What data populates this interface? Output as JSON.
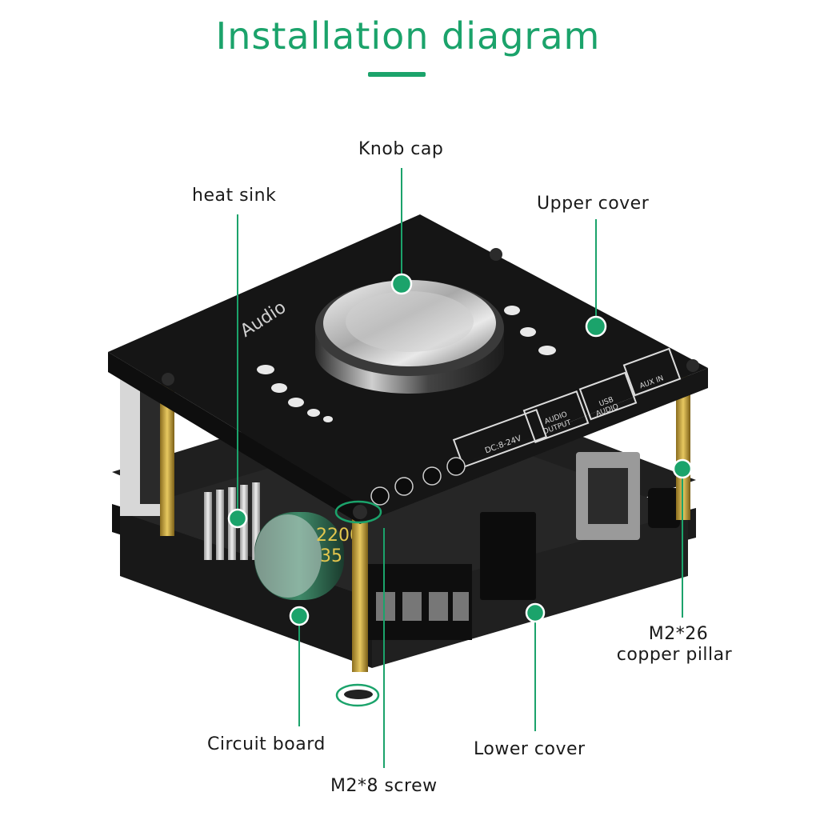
{
  "title": "Installation diagram",
  "labels": {
    "knob_cap": "Knob cap",
    "heat_sink": "heat sink",
    "upper_cover": "Upper cover",
    "copper_pillar_line1": "M2*26",
    "copper_pillar_line2": "copper pillar",
    "circuit_board": "Circuit board",
    "lower_cover": "Lower cover",
    "screw": "M2*8 screw"
  },
  "board_printing": {
    "brand": "Audio",
    "ports": {
      "aux_in": "AUX IN",
      "usb_audio_line1": "USB",
      "usb_audio_line2": "AUDIO",
      "audio_output_line1": "AUDIO",
      "audio_output_line2": "OUTPUT",
      "dc": "DC:8-24V"
    },
    "capacitor_line1": "2200",
    "capacitor_line2": "35"
  },
  "colors": {
    "accent": "#1ba36b",
    "marker": "#1ba36b",
    "board": "#141414",
    "pillar": "#c9a43a"
  },
  "icons": [
    "leader-dot",
    "leader-ellipse"
  ]
}
